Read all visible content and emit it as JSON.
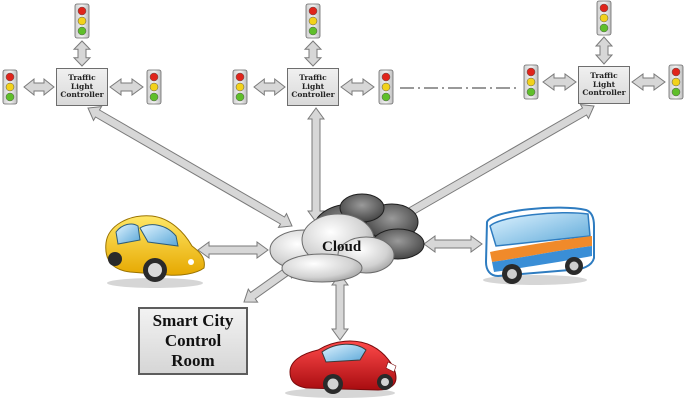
{
  "controllers": [
    {
      "line1": "Traffic",
      "line2": "Light",
      "line3": "Controller"
    },
    {
      "line1": "Traffic",
      "line2": "Light",
      "line3": "Controller"
    },
    {
      "line1": "Traffic",
      "line2": "Light",
      "line3": "Controller"
    }
  ],
  "cloud": {
    "label": "Cloud"
  },
  "control_room": {
    "line1": "Smart City",
    "line2": "Control",
    "line3": "Room"
  },
  "colors": {
    "arrow_fill": "#d7d7d7",
    "arrow_stroke": "#7a7a7a",
    "light_red": "#e0241b",
    "light_yellow": "#f2d21b",
    "light_green": "#5fbf2a",
    "car_yellow": "#f5c518",
    "car_red": "#d71920",
    "bus_blue": "#3a8ed6"
  }
}
